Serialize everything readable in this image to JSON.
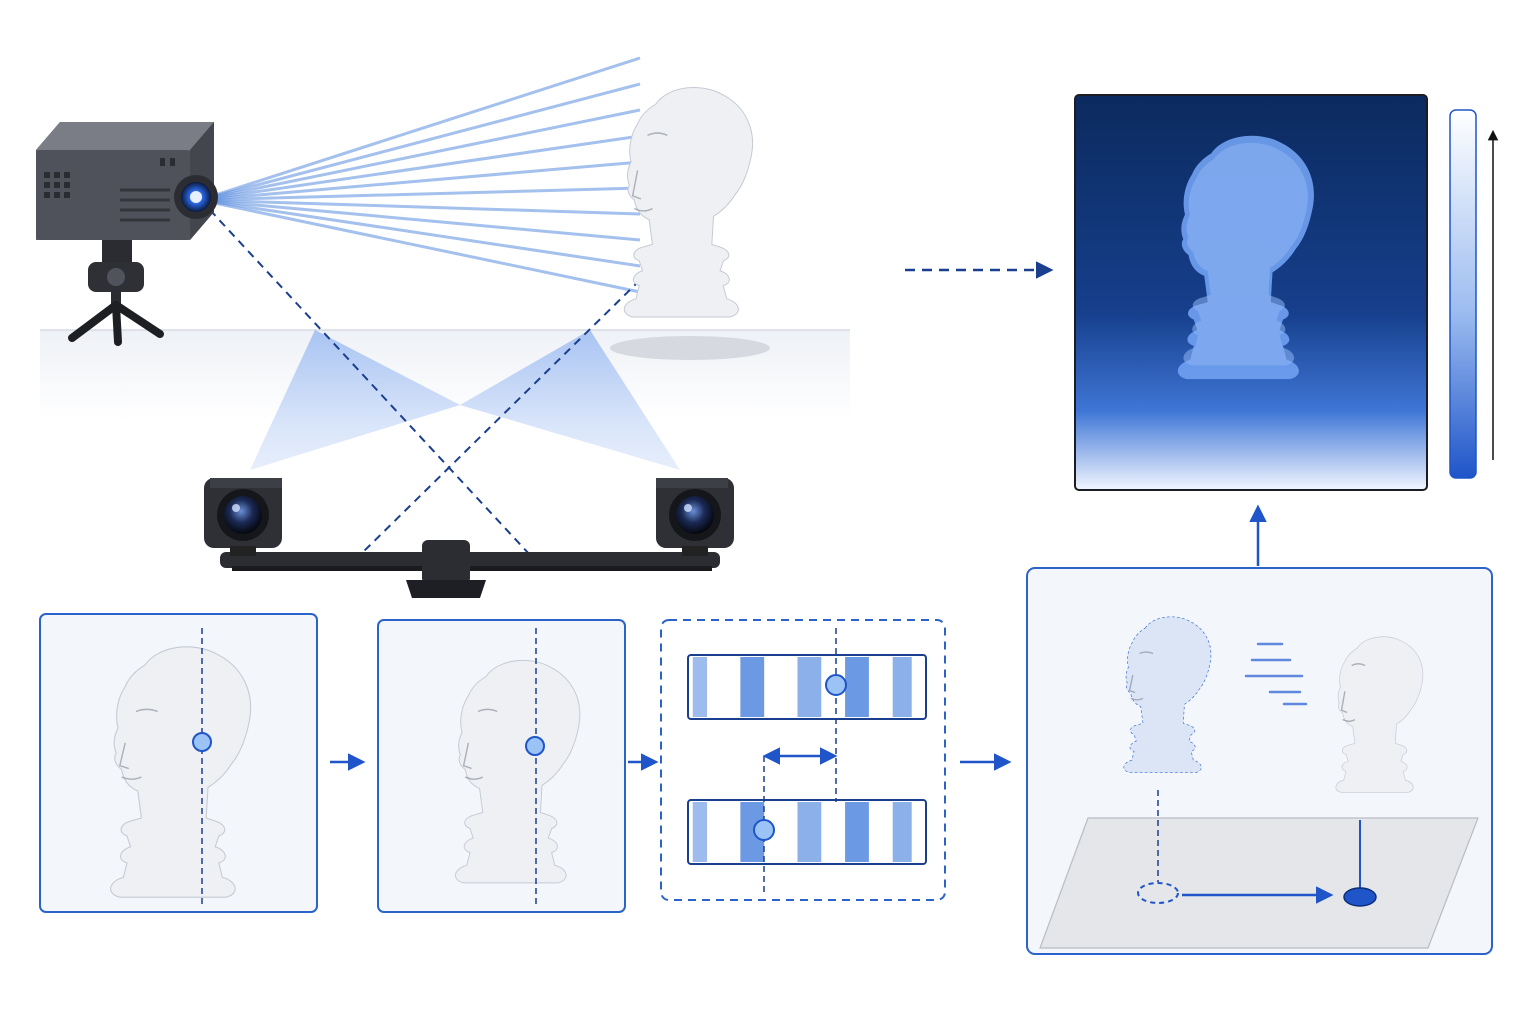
{
  "diagram": {
    "colors": {
      "accent": "#1f55c8",
      "stripe": "#5b8ee0",
      "stripe_light": "#9fbdf0",
      "dash_line": "#1a3f8f",
      "depth_dark": "#0b2a5e",
      "device_body": "#4a4d55",
      "device_dark": "#1c1d22",
      "frame_stroke": "#2b63c9",
      "panel_fill": "#f3f6fb",
      "ground": "#eef1f6",
      "plane": "#e4e6ea"
    },
    "icons": {
      "projector": "projector-icon",
      "camera": "camera-icon",
      "statue": "statue-head-icon",
      "point": "correspondence-point-icon",
      "arrow": "flow-arrow-icon"
    },
    "stages": [
      "structured-light-projection",
      "left-camera-capture",
      "right-camera-capture",
      "stripe-matching",
      "triangulation",
      "depth-map"
    ],
    "depth_scale": {
      "range": [
        0,
        1
      ],
      "arrow_direction": "up"
    }
  }
}
